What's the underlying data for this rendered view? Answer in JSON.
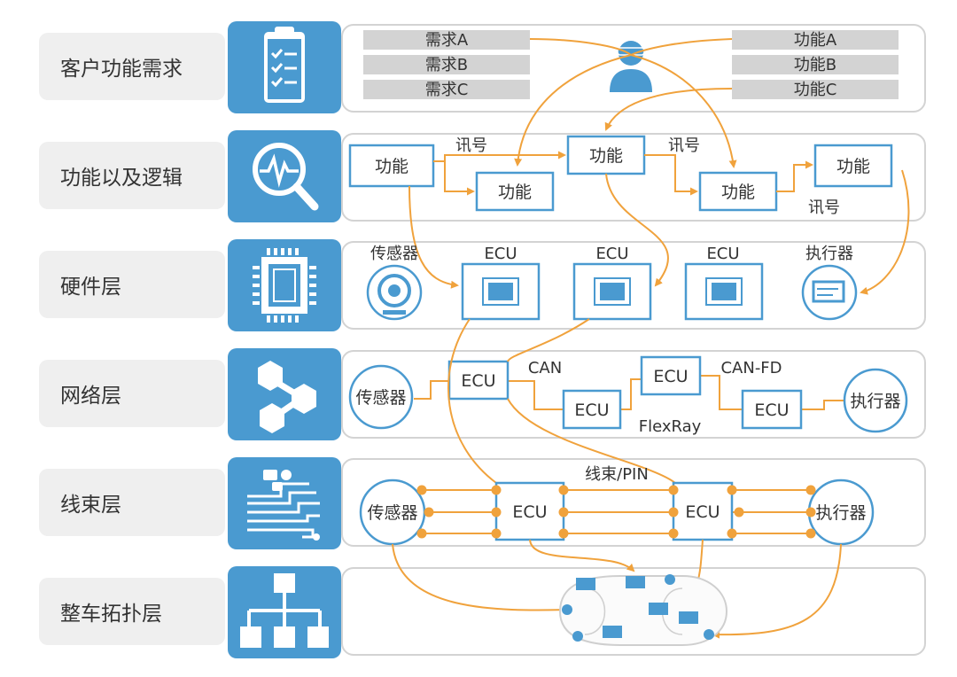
{
  "layers": [
    {
      "label": "客户功能需求"
    },
    {
      "label": "功能以及逻辑"
    },
    {
      "label": "硬件层"
    },
    {
      "label": "网络层"
    },
    {
      "label": "线束层"
    },
    {
      "label": "整车拓扑层"
    }
  ],
  "requirements": [
    "需求A",
    "需求B",
    "需求C"
  ],
  "functions": [
    "功能A",
    "功能B",
    "功能C"
  ],
  "logic": {
    "function_box": "功能",
    "signal": "讯号"
  },
  "hardware": {
    "sensor": "传感器",
    "ecu": "ECU",
    "actuator": "执行器"
  },
  "network": {
    "sensor": "传感器",
    "ecu": "ECU",
    "actuator": "执行器",
    "can": "CAN",
    "canfd": "CAN-FD",
    "flexray": "FlexRay"
  },
  "harness": {
    "sensor": "传感器",
    "ecu": "ECU",
    "actuator": "执行器",
    "label": "线束/PIN"
  },
  "colors": {
    "accent_blue": "#4a9ad0",
    "orange": "#f0a23c",
    "grey": "#d3d3d3"
  }
}
